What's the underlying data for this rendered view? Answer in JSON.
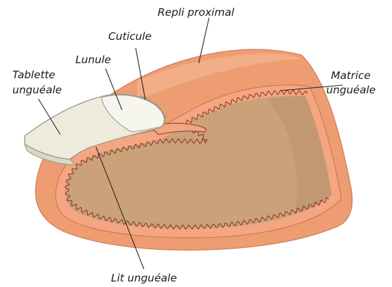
{
  "labels": {
    "repli_proximal": "Repli proximal",
    "cuticule": "Cuticule",
    "lunule": "Lunule",
    "tablette_line1": "Tablette",
    "tablette_line2": "unguéale",
    "matrice_line1": "Matrice",
    "matrice_line2": "unguéale",
    "lit_ungueal": "Lit unguéale"
  },
  "colors": {
    "skin": "#ee9c72",
    "skin_shade": "#d97c55",
    "skin_light": "#f6bd98",
    "dermis": "#cba17a",
    "dermis_dark": "#b98d66",
    "epidermis": "#f4a581",
    "wavy": "#8a3a24",
    "nail": "#ecebdc",
    "nail_edge": "#9b9b8e",
    "lunula": "#f7f6ee"
  }
}
